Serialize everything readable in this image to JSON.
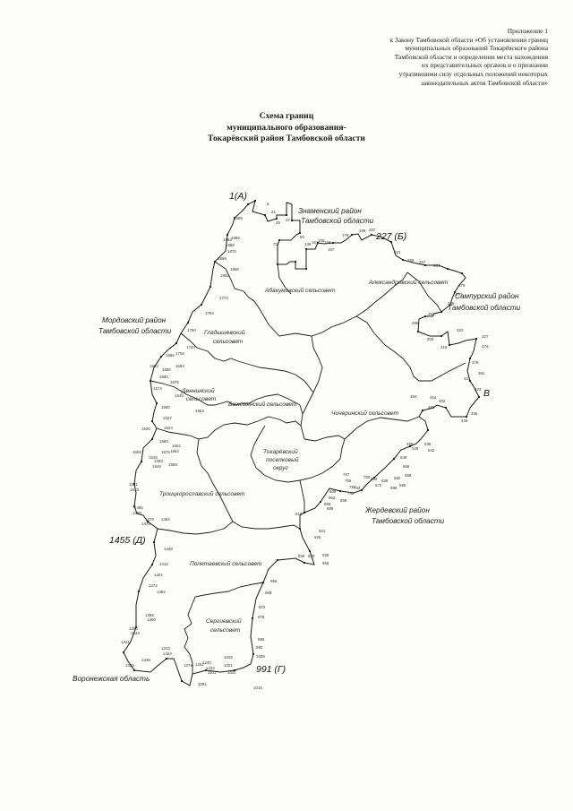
{
  "appendix": {
    "lines": [
      "Приложение 1",
      "к Закону Тамбовской области «Об установлении границ",
      "муниципальных образований Токарёвского района",
      "Тамбовской области и определении места нахождения",
      "их представительных органов и о признании",
      "утратившими силу отдельных положений некоторых",
      "законодательных актов Тамбовской области»"
    ]
  },
  "title": {
    "line1": "Схема границ",
    "line2": "муниципального образования-",
    "line3": "Токарёвский район Тамбовской области"
  },
  "map": {
    "neighbor_labels": {
      "znamensky_1": "Знаменский район",
      "znamensky_2": "Тамбовской области",
      "sampursky_1": "Сампурский район",
      "sampursky_2": "Тамбовской области",
      "mordovsky_1": "Мордовский район",
      "mordovsky_2": "Тамбовской области",
      "zherdevsky_1": "Жердевский район",
      "zherdevsky_2": "Тамбовской области",
      "voronezh": "Воронежская область"
    },
    "council_labels": {
      "abakumovsky": "Абакумовский сельсовет",
      "aleksandrovsky": "Александровский сельсовет",
      "gladyshevsky_1": "Гладышевский",
      "gladyshevsky_2": "сельсовет",
      "deninsky_1": "Деннинский",
      "deninsky_2": "сельсовет",
      "bezymyansky": "Безымянский сельсовет",
      "chichersky": "Чичеринский сельсовет",
      "tokarevsky_1": "Токарёвский",
      "tokarevsky_2": "поселковый",
      "tokarevsky_3": "округ",
      "troitskoroslavsky": "Троицкорославский сельсовет",
      "polyatinsky": "Полетаевский сельсовет",
      "sergievsky_1": "Сергиевский",
      "sergievsky_2": "сельсовет"
    },
    "key_points": {
      "A": "1(А)",
      "B": "227 (Б)",
      "V": "В",
      "G": "991 (Г)",
      "D": "1455 (Д)"
    },
    "vertex_numbers": [
      "5",
      "21",
      "25",
      "37",
      "73",
      "1895",
      "1883",
      "1880",
      "1888",
      "1876",
      "1869",
      "1866",
      "1852",
      "83",
      "149",
      "151",
      "155",
      "159",
      "167",
      "179",
      "199",
      "207",
      "221",
      "269",
      "257",
      "264",
      "278",
      "277",
      "286",
      "292",
      "296",
      "309",
      "316",
      "322",
      "327",
      "374",
      "376",
      "381",
      "421",
      "423",
      "435",
      "449",
      "452",
      "454",
      "489",
      "484",
      "498",
      "529",
      "539",
      "542",
      "549",
      "565",
      "568",
      "582",
      "585",
      "588",
      "639",
      "654",
      "672",
      "700",
      "732",
      "743",
      "755",
      "784",
      "787",
      "808",
      "862",
      "868",
      "869",
      "888",
      "918",
      "921",
      "925",
      "928",
      "930",
      "933",
      "956",
      "966",
      "969",
      "972",
      "978",
      "986",
      "990",
      "1009",
      "1015",
      "1019",
      "1021",
      "1031",
      "1091",
      "1101",
      "1232",
      "1240",
      "1252",
      "1274",
      "1313",
      "1323",
      "1325",
      "1338",
      "1341",
      "1344",
      "1350",
      "1358",
      "1360",
      "1372",
      "1382",
      "1401",
      "1412",
      "1448",
      "1476",
      "1478",
      "1484",
      "1486",
      "1499",
      "1518",
      "1541",
      "1545",
      "1549",
      "1553",
      "1559",
      "1563",
      "1575",
      "1580",
      "1602",
      "1605",
      "1620",
      "1624",
      "1627",
      "1645",
      "1653",
      "1660",
      "1674",
      "1675",
      "1680",
      "1683",
      "1685",
      "1686",
      "1694",
      "1708",
      "1733",
      "1750",
      "1764",
      "1774"
    ]
  }
}
